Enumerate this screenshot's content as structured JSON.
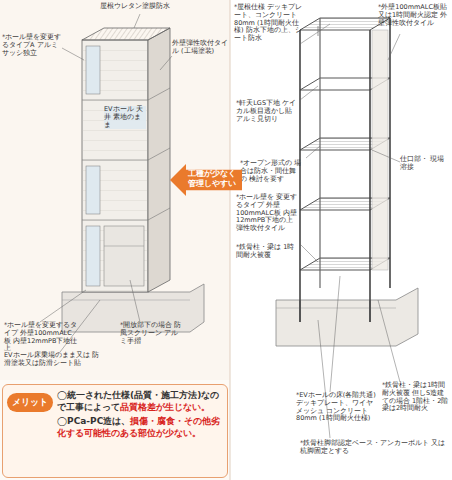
{
  "diagram": {
    "nodes": [
      {
        "text": [
          "工種が少なく 管理しやすい"
        ]
      },
      {
        "text": [
          "◯統一された仕様(品質・施工方法)なので工事によって",
          "品質格差が生じない。",
          "◯PCa-PC造は、",
          "損傷・腐食・その他劣化する可能性のある部位が少ない。"
        ]
      },
      {
        "text": [
          "メリット"
        ],
        "in": 1
      }
    ],
    "labels": [
      "屋根ウレタン塗膜防水",
      "*ホール壁を変更するタイプA アルミサッシ独立",
      "外壁弾性吹付タイル (工場塗装)",
      "EVホール 天井 素地のまま",
      "*ホール壁を変更するタイプ 外壁100mmALC板 内壁12mmPB下地仕上",
      "EVホール床乗場のまま又は 防滑塗装又は防滑シート貼",
      "*開放部下の場合 防風スクリーン アルミ手摺",
      "*屋根仕様 デッキプレート、コンクリート80mm (1時間耐火仕様) 防水下地の上、シート防水",
      "*外壁100mmALC板貼 又は1時間耐火認定 外壁弾性吹付タイル",
      "*軒天LGS下地 ケイカル板目透かし貼 アルミ見切り",
      "*オープン形式の 場合は防水・間仕舞の 検討を要す",
      "*ホール壁を 変更するタイプ 外壁100mmALC板 内壁12mmPB下地の上 弾性吹付タイル",
      "仕口部・ 現場溶接",
      "*鉄骨柱・梁は 1時間耐火被覆",
      "*EVホールの床(各階共通) デッキプレート、ワイヤメッシュ コンクリート80mm (1時間耐火仕様)",
      "*鉄骨柱・梁は1時間耐火被覆 但しS造建ての場合 1階柱・2階梁は2時間耐火",
      "*鉄骨柱脚部認定ベース・アンカーボルト 又は杭脚固定とする"
    ]
  }
}
